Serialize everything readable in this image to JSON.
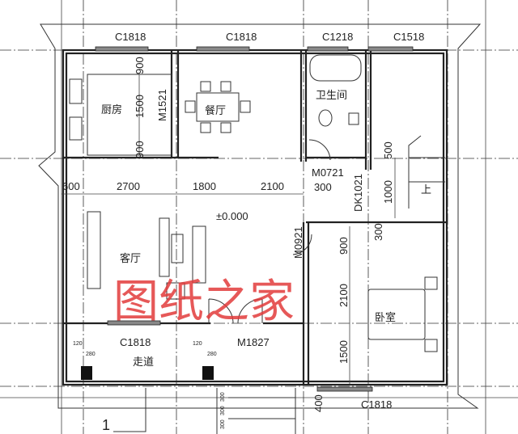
{
  "watermark": "图纸之家",
  "rooms": {
    "kitchen": "厨房",
    "dining": "餐厅",
    "bathroom": "卫生间",
    "living": "客厅",
    "bedroom": "卧室",
    "corridor": "走道",
    "stair_up": "上"
  },
  "windows": [
    "C1818",
    "C1818",
    "C1218",
    "C1518",
    "C1818",
    "C1818"
  ],
  "doors": [
    "M1521",
    "M0721",
    "DK1021",
    "M0921",
    "M1827"
  ],
  "elevation": "±0.000",
  "dimensions": {
    "kitchen_vertical": [
      "900",
      "1500",
      "900"
    ],
    "horizontal": [
      "600",
      "2700",
      "1800",
      "2100"
    ],
    "bath_door_offset": "300",
    "stair_vertical": [
      "500",
      "1000"
    ],
    "bedroom_vertical": [
      "900",
      "2100",
      "1500"
    ],
    "bedroom_offset": "300",
    "bottom_offset": "400",
    "column_small": [
      "120",
      "280",
      "120",
      "280"
    ],
    "steps": [
      "300",
      "300",
      "300"
    ]
  },
  "section_mark": "1"
}
